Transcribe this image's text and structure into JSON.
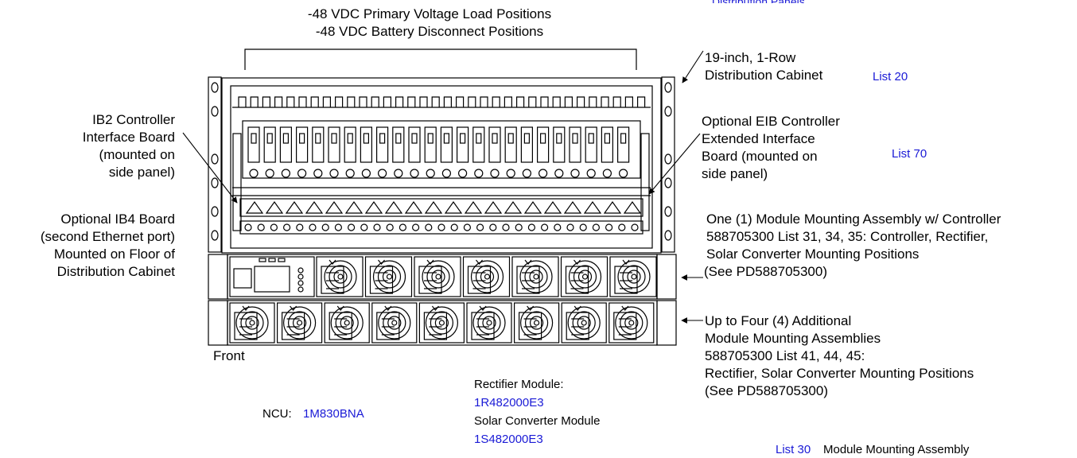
{
  "top_title": {
    "line1": "-48 VDC Primary Voltage Load Positions",
    "line2": "-48 VDC Battery Disconnect Positions"
  },
  "top_right_link": "Distribution Panels",
  "labels": {
    "cabinet": {
      "line1": "19-inch, 1-Row",
      "line2": "Distribution Cabinet",
      "link": "List 20"
    },
    "ib2": {
      "line1": "IB2 Controller",
      "line2": "Interface Board",
      "line3": "(mounted on",
      "line4": "side panel)"
    },
    "eib": {
      "line1": "Optional EIB Controller",
      "line2": "Extended Interface",
      "line3": "Board (mounted on",
      "line4": "side panel)",
      "link": "List 70"
    },
    "ib4": {
      "line1": "Optional IB4 Board",
      "line2": "(second Ethernet port)",
      "line3": "Mounted on Floor of",
      "line4": "Distribution Cabinet"
    },
    "module_assembly": {
      "line1": "One (1) Module Mounting Assembly w/ Controller",
      "line2": "588705300 List 31, 34, 35: Controller, Rectifier,",
      "line3": "Solar Converter Mounting Positions",
      "line4": "(See PD588705300)"
    },
    "additional": {
      "line1": "Up to Four (4) Additional",
      "line2": "Module Mounting Assemblies",
      "line3": "588705300 List 41, 44, 45:",
      "line4": "Rectifier, Solar Converter Mounting Positions",
      "line5": "(See PD588705300)"
    },
    "front": "Front"
  },
  "ncu": {
    "label": "NCU:",
    "link": "1M830BNA"
  },
  "rectifier": {
    "label": "Rectifier Module:",
    "link": "1R482000E3"
  },
  "solar": {
    "label": "Solar Converter Module",
    "link": "1S482000E3"
  },
  "bottom_right": {
    "link": "List 30",
    "label": "Module Mounting Assembly"
  },
  "colors": {
    "line": "#000000",
    "link": "#1a1ad6",
    "background": "#ffffff"
  }
}
